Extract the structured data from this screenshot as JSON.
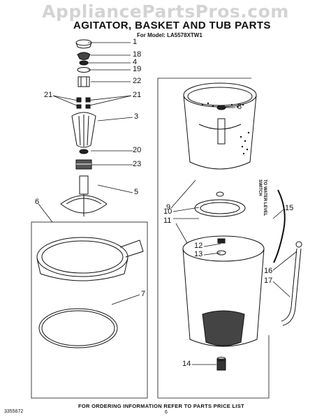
{
  "watermark": "AppliancePartsPros.com",
  "header": {
    "title": "AGITATOR, BASKET AND TUB PARTS",
    "subtitle": "For Model: LA5578XTW1"
  },
  "side_note": {
    "line1": "TO WATER LEVEL",
    "line2": "SWITCH"
  },
  "callouts": {
    "c1": "1",
    "c18": "18",
    "c4": "4",
    "c19": "19",
    "c22": "22",
    "c21a": "21",
    "c21b": "21",
    "c3": "3",
    "c20": "20",
    "c23": "23",
    "c5": "5",
    "c6": "6",
    "c7": "7",
    "c8": "8",
    "c9": "9",
    "c10": "10",
    "c11": "11",
    "c12": "12",
    "c13": "13",
    "c15": "15",
    "c16": "16",
    "c17": "17",
    "c14": "14"
  },
  "footer": {
    "note": "FOR ORDERING INFORMATION REFER TO PARTS PRICE LIST",
    "doc_number": "3355672",
    "page_number": "6"
  }
}
